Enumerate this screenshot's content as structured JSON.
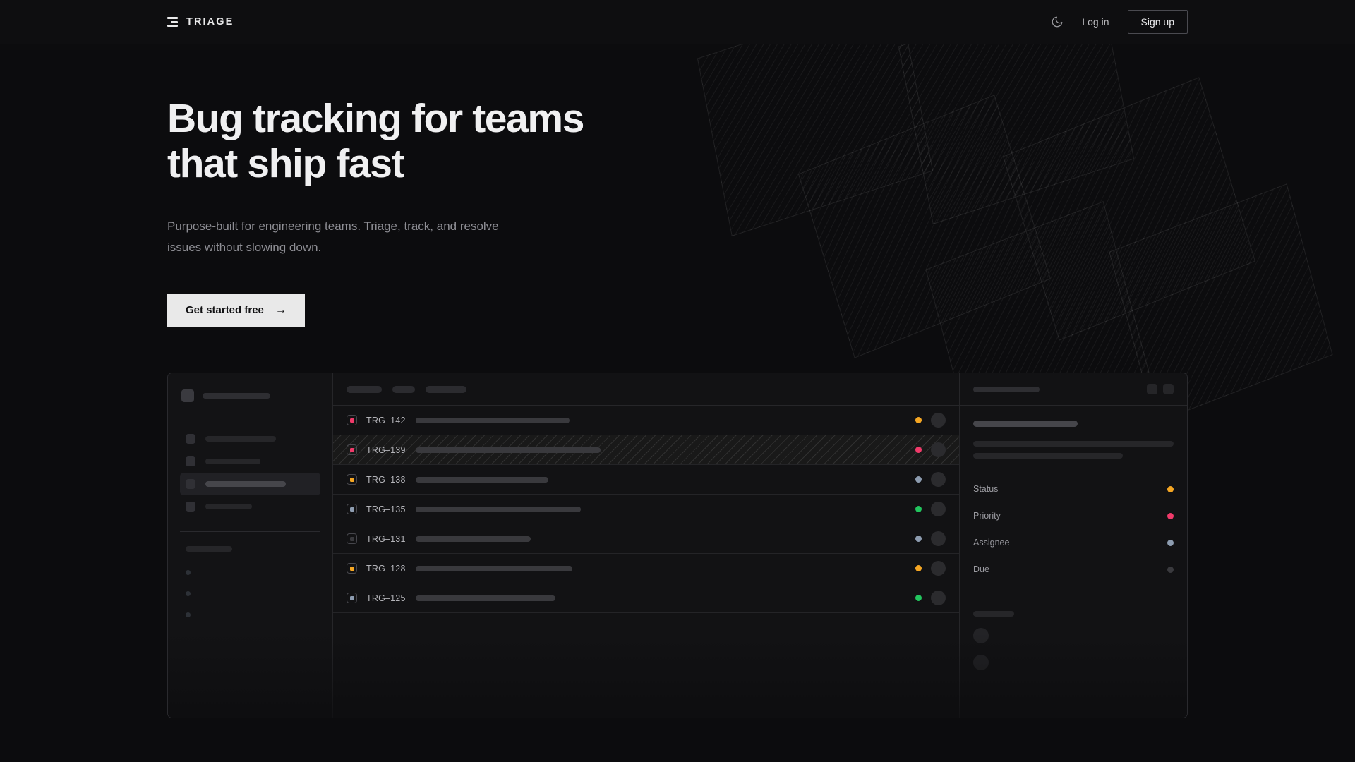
{
  "brand": {
    "name": "TRIAGE",
    "logo_icon": "triage-bars-icon"
  },
  "nav": {
    "theme_toggle_icon": "moon-icon",
    "login_label": "Log in",
    "signup_label": "Sign up"
  },
  "hero": {
    "heading_line1": "Bug tracking for teams",
    "heading_line2": "that ship fast",
    "subheading": "Purpose-built for engineering teams. Triage, track, and resolve issues without slowing down.",
    "cta_label": "Get started free",
    "cta_arrow": "→"
  },
  "colors": {
    "page_bg": "#0c0c0e",
    "accent_amber": "#f5a623",
    "accent_pink": "#f03a6a",
    "accent_blue_gray": "#8d9cb0",
    "accent_green": "#22c55e",
    "accent_muted": "#3a3a3e",
    "cta_bg": "#e9e9e9",
    "text_primary": "#f0f0f1",
    "text_muted": "#8e8e94"
  },
  "mockup": {
    "sidebar": {
      "workspace_name_width": 96,
      "nav_items": [
        {
          "label_width": 100,
          "active": false
        },
        {
          "label_width": 78,
          "active": false
        },
        {
          "label_width": 114,
          "active": true
        },
        {
          "label_width": 66,
          "active": false
        }
      ],
      "section_label_width": 66,
      "tags": [
        {
          "dot": true
        },
        {
          "dot": true
        },
        {
          "dot": true
        }
      ]
    },
    "list": {
      "toolbar_chips": [
        50,
        32,
        58
      ],
      "rows": [
        {
          "ticket": "TRG–142",
          "priority_color": "#f03a6a",
          "title_width": 218,
          "status_color": "#f5a623",
          "selected": false
        },
        {
          "ticket": "TRG–139",
          "priority_color": "#f03a6a",
          "title_width": 262,
          "status_color": "#f03a6a",
          "selected": true
        },
        {
          "ticket": "TRG–138",
          "priority_color": "#f5a623",
          "title_width": 188,
          "status_color": "#8d9cb0",
          "selected": false
        },
        {
          "ticket": "TRG–135",
          "priority_color": "#8d9cb0",
          "title_width": 234,
          "status_color": "#22c55e",
          "selected": false
        },
        {
          "ticket": "TRG–131",
          "priority_color": "#3a3a3e",
          "title_width": 163,
          "status_color": "#8d9cb0",
          "selected": false
        },
        {
          "ticket": "TRG–128",
          "priority_color": "#f5a623",
          "title_width": 222,
          "status_color": "#f5a623",
          "selected": false
        },
        {
          "ticket": "TRG–125",
          "priority_color": "#8d9cb0",
          "title_width": 198,
          "status_color": "#22c55e",
          "selected": false
        }
      ]
    },
    "detail": {
      "header_title_width": 94,
      "icon_buttons": [
        "expand-icon",
        "more-icon"
      ],
      "title_width": 148,
      "body_line_widths": [
        284,
        212
      ],
      "meta": [
        {
          "label": "Status",
          "color": "#f5a623"
        },
        {
          "label": "Priority",
          "color": "#f03a6a"
        },
        {
          "label": "Assignee",
          "color": "#8d9cb0"
        },
        {
          "label": "Due",
          "color": "#3a3a3e"
        }
      ],
      "activity_label_width": 58,
      "activity_avatars": 2
    }
  }
}
